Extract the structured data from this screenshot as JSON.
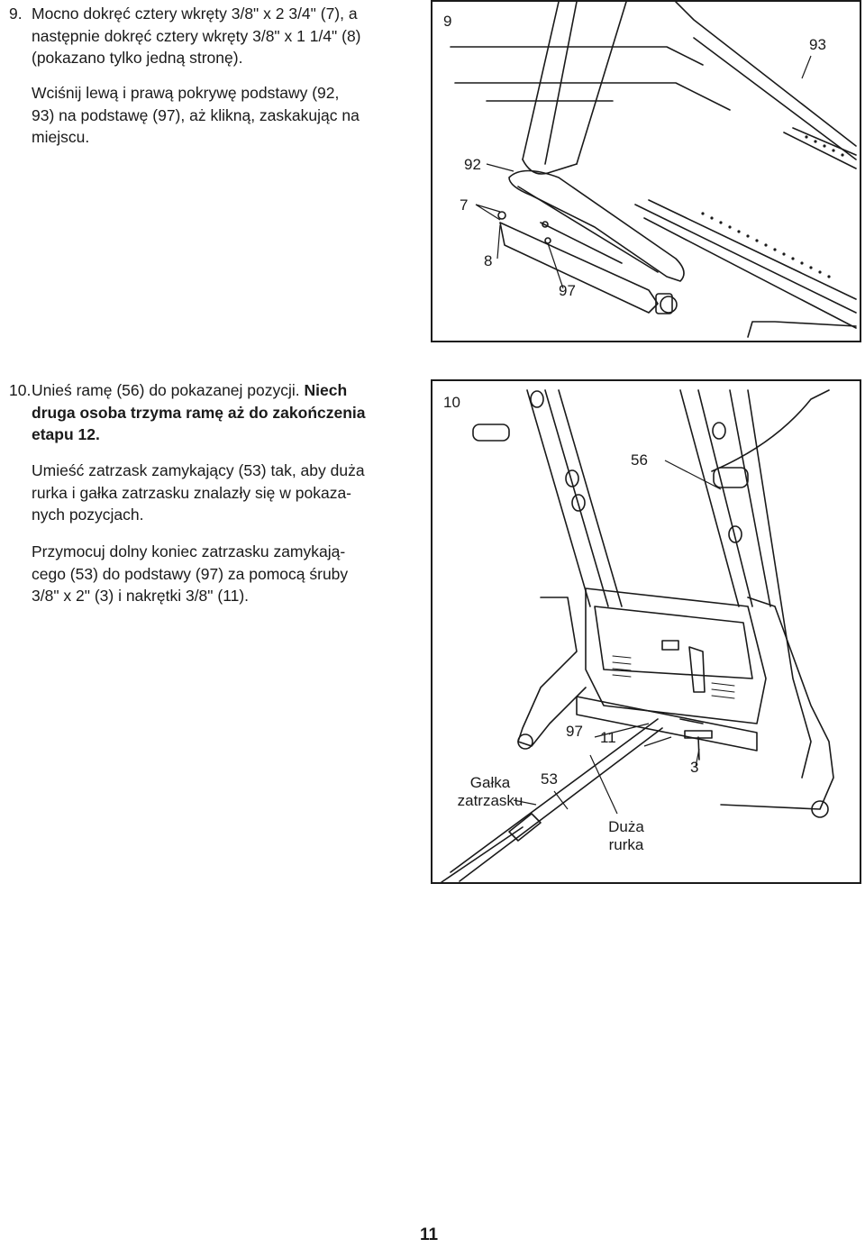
{
  "step9": {
    "number": "9.",
    "para1_lines": [
      "Mocno dokręć cztery wkręty 3/8\" x 2 3/4\" (7), a",
      "następnie dokręć cztery wkręty 3/8\" x 1 1/4\" (8)",
      "(pokazano tylko jedną stronę)."
    ],
    "para2_lines": [
      "Wciśnij lewą i prawą pokrywę podstawy (92,",
      "93) na podstawę (97), aż klikną, zaskakując na",
      "miejscu."
    ],
    "figure": {
      "label": "9",
      "callouts": {
        "c93": "93",
        "c92": "92",
        "c7": "7",
        "c8": "8",
        "c97": "97"
      }
    }
  },
  "step10": {
    "number": "10.",
    "line1_normal": "Unieś ramę (56) do pokazanej pozycji.",
    "line1_bold": "Niech",
    "bold_lines": [
      "druga osoba trzyma ramę aż do zakończenia",
      "etapu 12."
    ],
    "para2_lines": [
      "Umieść zatrzask zamykający (53) tak, aby duża",
      "rurka i gałka zatrzasku znalazły się w pokaza-",
      "nych pozycjach."
    ],
    "para3_lines": [
      "Przymocuj dolny koniec zatrzasku zamykają-",
      "cego (53) do podstawy (97) za pomocą śruby",
      "3/8\" x 2\" (3) i nakrętki 3/8\" (11)."
    ],
    "figure": {
      "label": "10",
      "callouts": {
        "c56": "56",
        "c97": "97",
        "c11": "11",
        "c3": "3",
        "c53": "53",
        "knob1": "Gałka",
        "knob2": "zatrzasku",
        "tube1": "Duża",
        "tube2": "rurka"
      }
    }
  },
  "page_number": "11"
}
